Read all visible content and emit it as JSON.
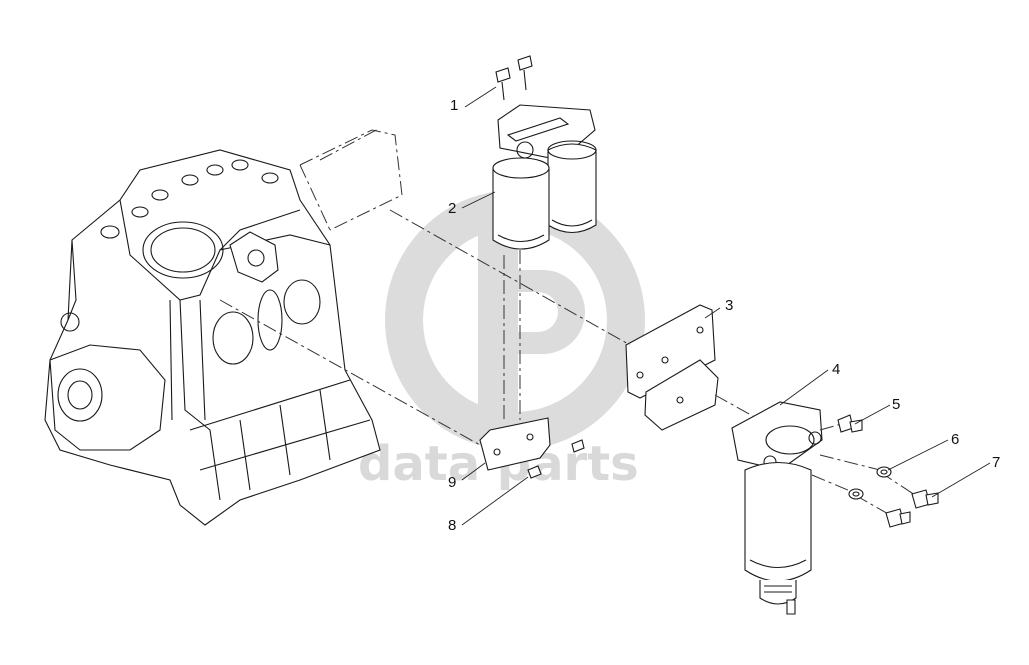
{
  "watermark": {
    "logo": "dp-logo",
    "text": "data parts"
  },
  "callouts": [
    {
      "id": "1",
      "label": "1"
    },
    {
      "id": "2",
      "label": "2"
    },
    {
      "id": "3",
      "label": "3"
    },
    {
      "id": "4",
      "label": "4"
    },
    {
      "id": "5",
      "label": "5"
    },
    {
      "id": "6",
      "label": "6"
    },
    {
      "id": "7",
      "label": "7"
    },
    {
      "id": "8",
      "label": "8"
    },
    {
      "id": "9",
      "label": "9"
    }
  ]
}
